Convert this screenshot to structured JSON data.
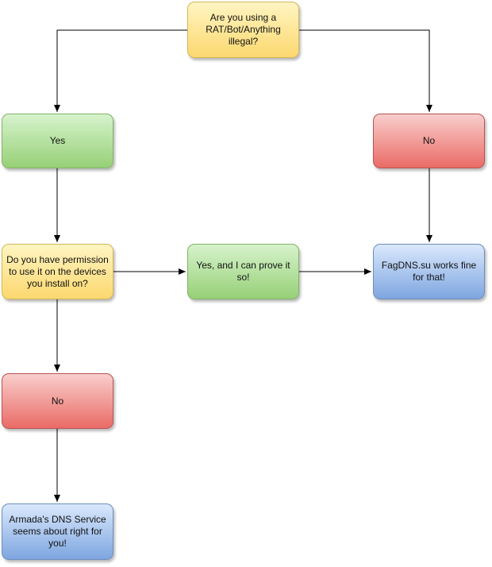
{
  "nodes": {
    "question_illegal": "Are you using a RAT/Bot/Anything illegal?",
    "yes_1": "Yes",
    "no_1": "No",
    "question_permission": "Do you have permission to use it on the devices you install on?",
    "yes_prove": "Yes, and I can prove it so!",
    "fagdns": "FagDNS.su works fine for that!",
    "no_2": "No",
    "armada": "Armada's DNS Service seems about right for you!"
  },
  "colors": {
    "question": "#fcd86f",
    "yes": "#97d077",
    "no": "#ea6b66",
    "result": "#7ea6e0",
    "edge": "#000000"
  }
}
